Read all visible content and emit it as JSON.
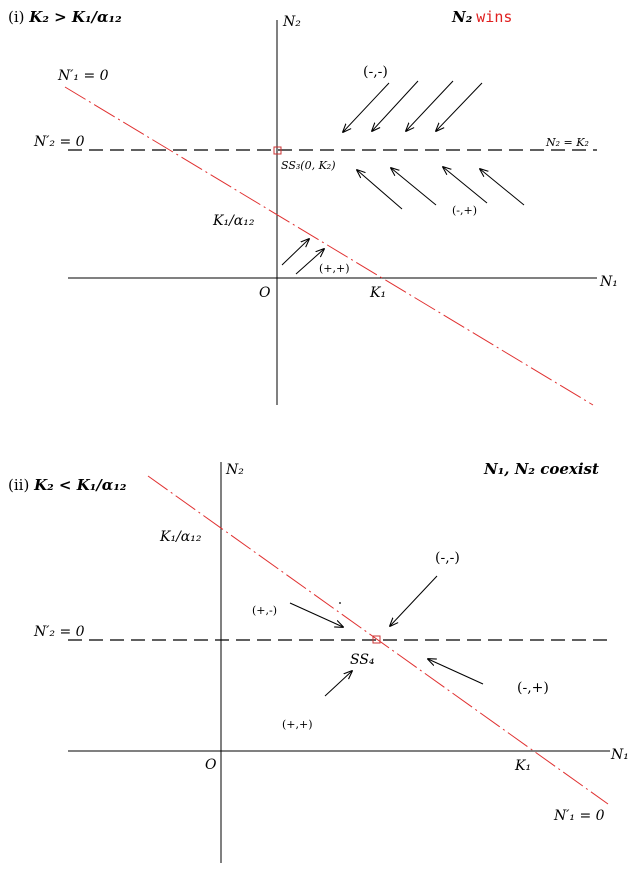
{
  "colors": {
    "nullcline_n1": "#e03030",
    "nullcline_n2": "#000000",
    "accent_text": "#e02020",
    "point": "#cc3333"
  },
  "panel1": {
    "title_prefix": "(i) ",
    "title_math": "K₂ > K₁/α₁₂",
    "result_bold": "N₂",
    "result_colored": "wins",
    "axis_y": "N₂",
    "axis_x": "N₁",
    "origin": "O",
    "n1_null_label": "N′₁ = 0",
    "n2_null_label": "N′₂ = 0",
    "n2_eq_label": "N₂ = K₂",
    "k1_label": "K₁",
    "k1_over_alpha": "K₁/α₁₂",
    "ss_label": "SS₃(0, K₂)",
    "sign_mm": "(-,-)",
    "sign_mp": "(-,+)",
    "sign_pp": "(+,+)"
  },
  "panel2": {
    "title_prefix": "(ii) ",
    "title_math": "K₂ < K₁/α₁₂",
    "result": "N₁, N₂ coexist",
    "axis_y": "N₂",
    "axis_x": "N₁",
    "origin": "O",
    "n1_null_label": "N′₁ = 0",
    "n2_null_label": "N′₂ = 0",
    "k1_label": "K₁",
    "k1_over_alpha": "K₁/α₁₂",
    "ss_label": "SS₄",
    "sign_mm": "(-,-)",
    "sign_pm": "(+,-)",
    "sign_mp": "(-,+)",
    "sign_pp": "(+,+)"
  }
}
